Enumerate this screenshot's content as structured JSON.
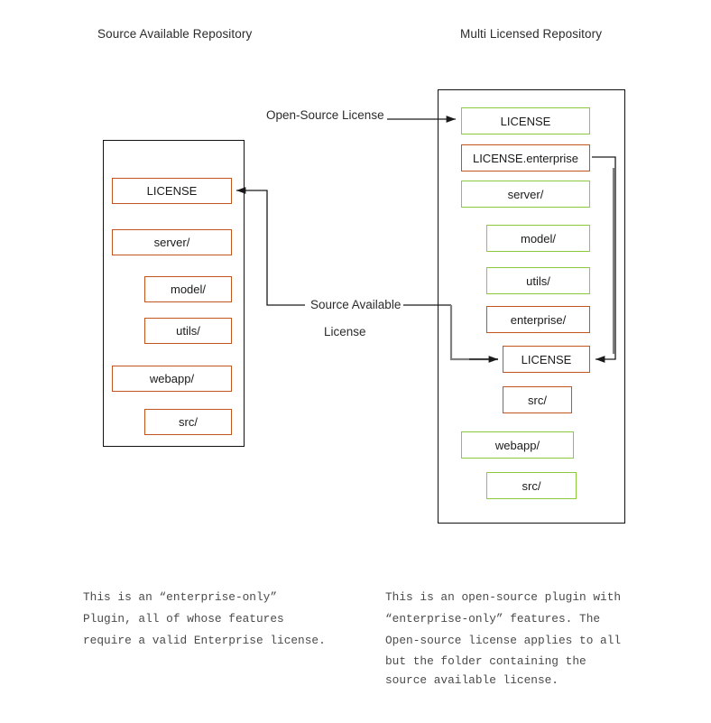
{
  "colors": {
    "source_available_orange": "#C0561E",
    "open_source_green": "#8DC63F",
    "container_outline": "#111111",
    "wire_black": "#1a1a1a",
    "wire_gray": "#808080",
    "background": "#ffffff",
    "text": "#1a1a1a",
    "caption_text": "#4a4a4a"
  },
  "titles": {
    "left": "Source Available Repository",
    "right": "Multi Licensed Repository"
  },
  "connectors": {
    "open_source_license": "Open-Source License",
    "source_available_license_line1": "Source Available",
    "source_available_license_line2": "License"
  },
  "left_repo": {
    "name": "Source Available Repository",
    "items": [
      {
        "label": "LICENSE",
        "color": "orange",
        "indent": 0
      },
      {
        "label": "server/",
        "color": "orange",
        "indent": 0
      },
      {
        "label": "model/",
        "color": "orange",
        "indent": 1
      },
      {
        "label": "utils/",
        "color": "orange",
        "indent": 1
      },
      {
        "label": "webapp/",
        "color": "orange",
        "indent": 0
      },
      {
        "label": "src/",
        "color": "orange",
        "indent": 1
      }
    ]
  },
  "right_repo": {
    "name": "Multi Licensed Repository",
    "items": [
      {
        "label": "LICENSE",
        "color": "green",
        "indent": 0
      },
      {
        "label": "LICENSE.enterprise",
        "color": "orange",
        "indent": 0
      },
      {
        "label": "server/",
        "color": "green",
        "indent": 0
      },
      {
        "label": "model/",
        "color": "green",
        "indent": 1
      },
      {
        "label": "utils/",
        "color": "green",
        "indent": 1
      },
      {
        "label": "enterprise/",
        "color": "orange",
        "indent": 1
      },
      {
        "label": "LICENSE",
        "color": "orange",
        "indent": 2
      },
      {
        "label": "src/",
        "color": "orange",
        "indent": 2
      },
      {
        "label": "webapp/",
        "color": "green",
        "indent": 0
      },
      {
        "label": "src/",
        "color": "green",
        "indent": 1
      }
    ]
  },
  "captions": {
    "left": "This is an “enter­prise-only”\nPlugin, all of whose features\nrequire a valid Enterprise license.",
    "left_lines": [
      "This is an “enterprise-only”",
      "Plugin, all of whose features",
      "require a valid Enterprise license."
    ],
    "right_lines": [
      "This is an open-source plugin with",
      "“enterprise-only” features. The",
      "Open-source license applies to all",
      "but the folder containing the",
      "source available license."
    ]
  }
}
